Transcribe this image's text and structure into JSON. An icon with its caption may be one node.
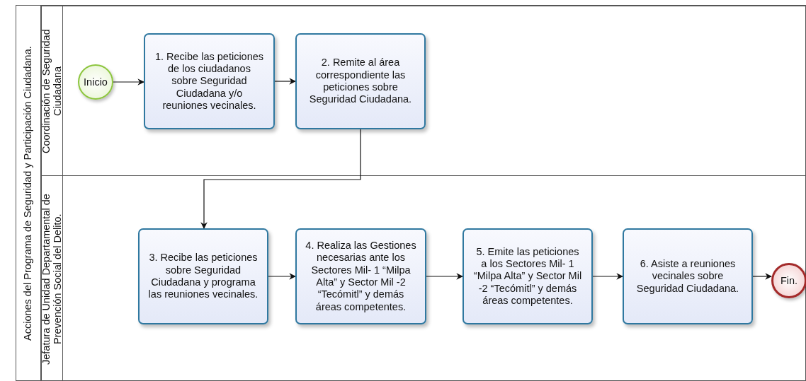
{
  "diagram": {
    "nodes": [
      {
        "text": [
          "Acciones del Programa de Seguridad y Participación Ciudadana."
        ]
      },
      {
        "text": [
          "Coordinación de Seguridad Ciudadana"
        ],
        "in": 0
      },
      {
        "text": [
          "Jefatura de Unidad Departamental de Prevención Social del Delito."
        ],
        "in": 0
      },
      {
        "text": [
          "Inicio"
        ],
        "in": 1
      },
      {
        "text": [
          "1. Recibe las peticiones de los ciudadanos sobre Seguridad Ciudadana y/o reuniones vecinales."
        ],
        "in": 1
      },
      {
        "text": [
          "2. Remite al área correspondiente las peticiones sobre Seguridad Ciudadana."
        ],
        "in": 1
      },
      {
        "text": [
          "3. Recibe las peticiones sobre Seguridad Ciudadana y programa las reuniones vecinales."
        ],
        "in": 2
      },
      {
        "text": [
          "4. Realiza las Gestiones necesarias ante los Sectores Mil- 1 “Milpa Alta” y Sector Mil -2 “Tecómitl” y demás áreas competentes."
        ],
        "in": 2
      },
      {
        "text": [
          "5. Emite las peticiones a los Sectores Mil- 1 “Milpa Alta” y Sector Mil -2 “Tecómitl” y demás áreas competentes."
        ],
        "in": 2
      },
      {
        "text": [
          "6. Asiste a reuniones vecinales sobre Seguridad Ciudadana."
        ],
        "in": 2
      },
      {
        "text": [
          "Fin."
        ],
        "in": 2
      }
    ],
    "edges": [
      {
        "from": 3,
        "to": 4,
        "arrow": "to"
      },
      {
        "from": 4,
        "to": 5,
        "arrow": "to"
      },
      {
        "from": 5,
        "to": 6,
        "arrow": "to"
      },
      {
        "from": 6,
        "to": 7,
        "arrow": "to"
      },
      {
        "from": 7,
        "to": 8,
        "arrow": "to"
      },
      {
        "from": 8,
        "to": 9,
        "arrow": "to"
      },
      {
        "from": 9,
        "to": 10,
        "arrow": "to"
      }
    ]
  }
}
